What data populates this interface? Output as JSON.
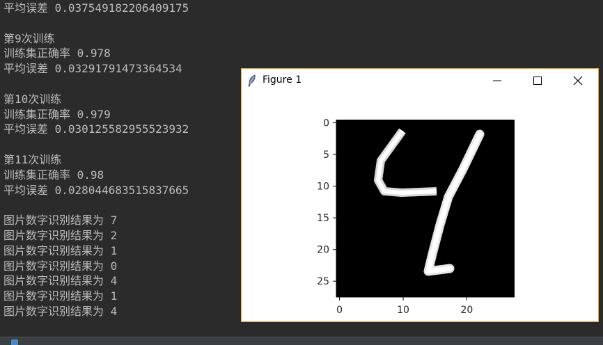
{
  "console": {
    "lines": [
      "平均误差 0.037549182206409175",
      "",
      "第9次训练",
      "训练集正确率 0.978",
      "平均误差 0.03291791473364534",
      "",
      "第10次训练",
      "训练集正确率 0.979",
      "平均误差 0.030125582955523932",
      "",
      "第11次训练",
      "训练集正确率 0.98",
      "平均误差 0.028044683515837665",
      "",
      "图片数字识别结果为 7",
      "图片数字识别结果为 2",
      "图片数字识别结果为 1",
      "图片数字识别结果为 0",
      "图片数字识别结果为 4",
      "图片数字识别结果为 1",
      "图片数字识别结果为 4"
    ]
  },
  "figure_window": {
    "title": "Figure 1",
    "icon": "feather-icon",
    "controls": [
      "minimize-icon",
      "maximize-icon",
      "close-icon"
    ],
    "accent_border": "#e8a33d"
  },
  "image_plot": {
    "y_ticks": [
      "0",
      "5",
      "10",
      "15",
      "20",
      "25"
    ],
    "x_ticks": [
      "0",
      "10",
      "20"
    ],
    "colormap": "gray",
    "background": "#000000"
  },
  "colors": {
    "console_bg": "#2b2b2b",
    "console_text": "#bbbbbb",
    "window_bg": "#ffffff"
  }
}
